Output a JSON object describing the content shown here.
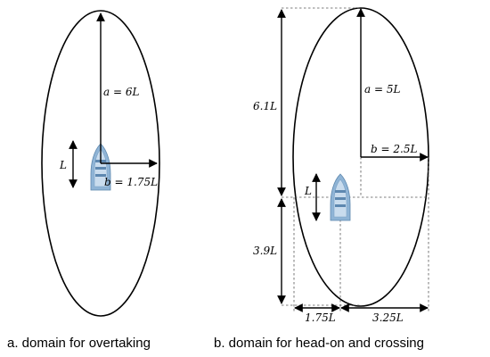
{
  "panel_a": {
    "label_a": "a = 6L",
    "label_b": "b = 1.75L",
    "label_len": "L",
    "caption_letter": "a.",
    "caption_text": " domain for overtaking"
  },
  "panel_b": {
    "label_a": "a = 5L",
    "label_b": "b = 2.5L",
    "label_len": "L",
    "label_front": "6.1L",
    "label_rear": "3.9L",
    "label_left": "1.75L",
    "label_right": "3.25L",
    "caption_letter": "b.",
    "caption_text": " domain for head-on and crossing"
  }
}
